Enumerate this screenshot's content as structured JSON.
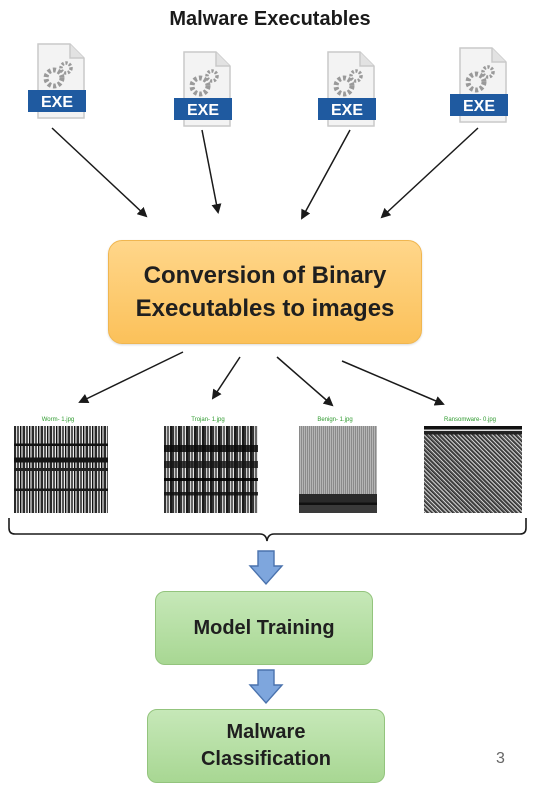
{
  "title": "Malware Executables",
  "exe_label": "EXE",
  "conversion": {
    "line1": "Conversion of Binary",
    "line2": "Executables to images"
  },
  "thumbnails": [
    {
      "label": "Worm- 1.jpg",
      "kind": "worm"
    },
    {
      "label": "Trojan- 1.jpg",
      "kind": "trojan"
    },
    {
      "label": "Benign- 1.jpg",
      "kind": "benign"
    },
    {
      "label": "Ransomware- 0.jpg",
      "kind": "ransomware"
    }
  ],
  "model_training": "Model Training",
  "malware_classification": {
    "line1": "Malware",
    "line2": "Classification"
  },
  "page_number": "3",
  "colors": {
    "exe_blue": "#1f5aa0",
    "orange_box": "#fbc15a",
    "green_box": "#a8d793",
    "down_arrow": "#7ea6dd"
  }
}
